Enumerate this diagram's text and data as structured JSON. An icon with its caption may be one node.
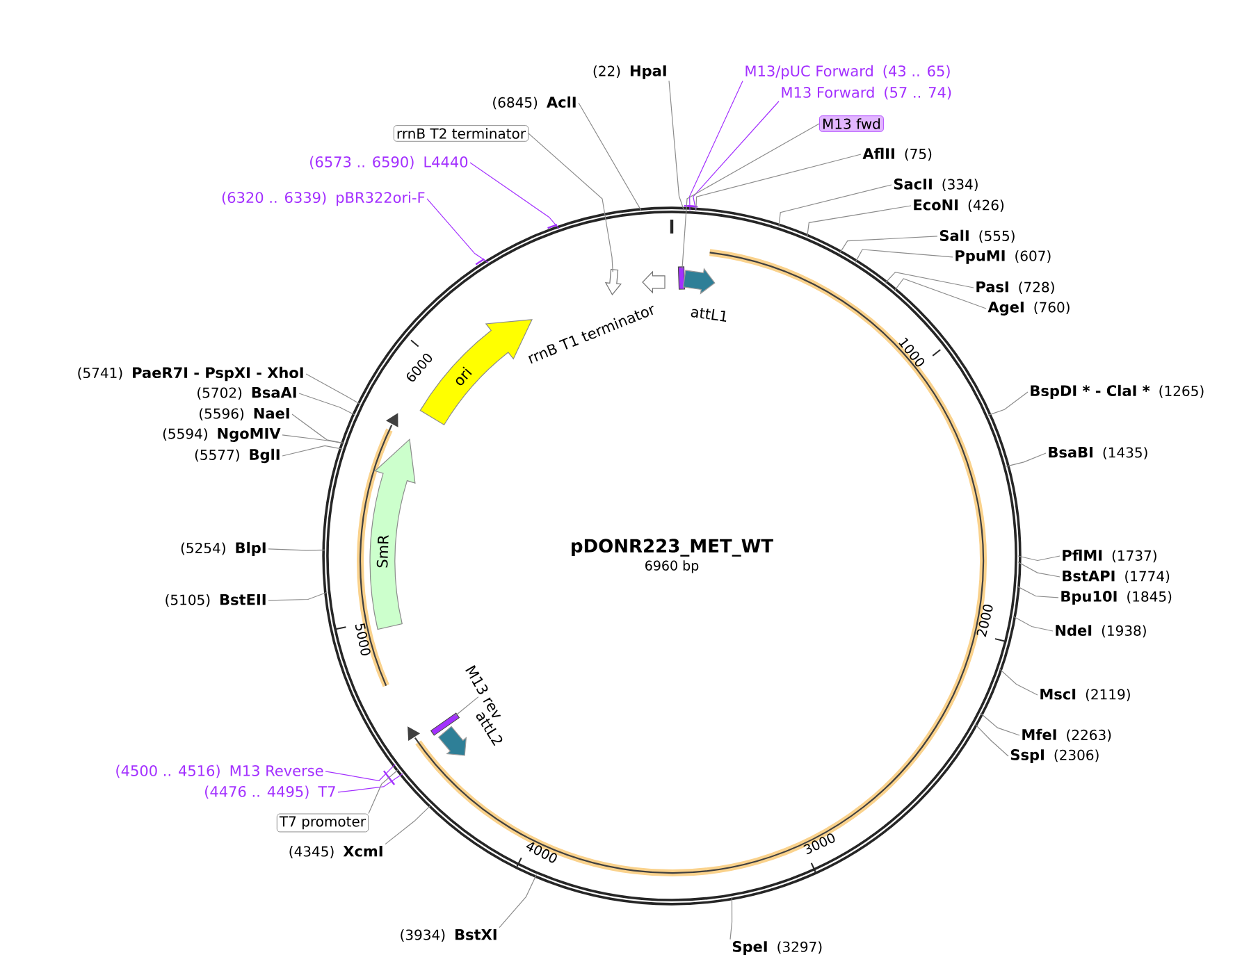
{
  "diagram": {
    "nodes": [
      {
        "text": [
          "pDONR223_MET_WT",
          "6960 bp"
        ]
      },
      {
        "text": [
          "(22)",
          "HpaI"
        ]
      },
      {
        "text": [
          "M13/pUC Forward",
          "(43 .. 65)"
        ]
      },
      {
        "text": [
          "M13 Forward",
          "(57 .. 74)"
        ]
      },
      {
        "text": [
          "(6845)",
          "AclI"
        ]
      },
      {
        "text": [
          "M13 fwd"
        ]
      },
      {
        "text": [
          "rrnB T2 terminator"
        ]
      },
      {
        "text": [
          "AflII",
          "(75)"
        ]
      },
      {
        "text": [
          "(6573 .. 6590)",
          "L4440"
        ]
      },
      {
        "text": [
          "SacII",
          "(334)"
        ]
      },
      {
        "text": [
          "(6320 .. 6339)",
          "pBR322ori-F"
        ]
      },
      {
        "text": [
          "EcoNI",
          "(426)"
        ]
      },
      {
        "text": [
          "SalI",
          "(555)"
        ]
      },
      {
        "text": [
          "PpuMI",
          "(607)"
        ]
      },
      {
        "text": [],
        "shape": "arrow",
        "in": 0
      },
      {
        "text": [],
        "shape": "arrow",
        "in": 0
      },
      {
        "text": [],
        "shape": "bar",
        "in": 0
      },
      {
        "text": [],
        "shape": "arrow",
        "in": 0,
        "beside": [
          "attL1"
        ]
      },
      {
        "text": [
          "PasI",
          "(728)"
        ]
      },
      {
        "text": [
          "AgeI",
          "(760)"
        ]
      },
      {
        "text": [
          "ori"
        ],
        "in": 0
      },
      {
        "text": [
          "(5741)",
          "PaeR7I - PspXI - XhoI"
        ]
      },
      {
        "text": [
          "(5702)",
          "BsaAI"
        ]
      },
      {
        "text": [
          "(5596)",
          "NaeI"
        ]
      },
      {
        "text": [
          "(5594)",
          "NgoMIV"
        ]
      },
      {
        "text": [
          "BspDI * - ClaI *",
          "(1265)"
        ]
      },
      {
        "text": [
          "(5577)",
          "BglI"
        ]
      },
      {
        "text": [
          "BsaBI",
          "(1435)"
        ]
      },
      {
        "text": [
          "SmR"
        ],
        "in": 0
      },
      {
        "text": [
          "(5254)",
          "BlpI"
        ]
      },
      {
        "text": [
          "PflMI",
          "(1737)"
        ]
      },
      {
        "text": [
          "BstAPI",
          "(1774)"
        ]
      },
      {
        "text": [
          "Bpu10I",
          "(1845)"
        ]
      },
      {
        "text": [
          "(5105)",
          "BstEII"
        ]
      },
      {
        "text": [
          "NdeI",
          "(1938)"
        ]
      },
      {
        "text": [
          "MscI",
          "(2119)"
        ]
      },
      {
        "text": [
          "M13 rev"
        ],
        "in": 0
      },
      {
        "text": [],
        "shape": "bar",
        "in": 0
      },
      {
        "text": [],
        "shape": "arrow",
        "in": 0
      },
      {
        "text": [
          "MfeI",
          "(2263)"
        ]
      },
      {
        "text": [
          "SspI",
          "(2306)"
        ]
      },
      {
        "text": [
          "(4500 .. 4516)",
          "M13 Reverse"
        ]
      },
      {
        "text": [
          "(4476 .. 4495)",
          "T7"
        ]
      },
      {
        "text": [
          "T7 promoter"
        ]
      },
      {
        "text": [
          "(4345)",
          "XcmI"
        ]
      },
      {
        "text": [
          "(3934)",
          "BstXI"
        ]
      },
      {
        "text": [
          "SpeI",
          "(3297)"
        ]
      }
    ],
    "edges": [
      {
        "from": 1,
        "to": 0,
        "arrow": "none"
      },
      {
        "from": 2,
        "to": 0,
        "arrow": "none",
        "color": "#a330ff"
      },
      {
        "from": 3,
        "to": 0,
        "arrow": "none",
        "color": "#a330ff"
      },
      {
        "from": 4,
        "to": 0,
        "arrow": "none"
      },
      {
        "from": 5,
        "to": 16,
        "arrow": "none"
      },
      {
        "from": 6,
        "to": 14,
        "arrow": "none"
      },
      {
        "from": 7,
        "to": 0,
        "arrow": "none"
      },
      {
        "from": 8,
        "to": 0,
        "arrow": "none",
        "color": "#a330ff"
      },
      {
        "from": 9,
        "to": 0,
        "arrow": "none"
      },
      {
        "from": 10,
        "to": 0,
        "arrow": "none",
        "color": "#a330ff"
      },
      {
        "from": 11,
        "to": 0,
        "arrow": "none"
      },
      {
        "from": 12,
        "to": 0,
        "arrow": "none"
      },
      {
        "from": 13,
        "to": 0,
        "arrow": "none"
      },
      {
        "from": 18,
        "to": 0,
        "arrow": "none"
      },
      {
        "from": 19,
        "to": 0,
        "arrow": "none"
      },
      {
        "from": 21,
        "to": 0,
        "arrow": "none"
      },
      {
        "from": 22,
        "to": 0,
        "arrow": "none"
      },
      {
        "from": 23,
        "to": 0,
        "arrow": "none"
      },
      {
        "from": 24,
        "to": 0,
        "arrow": "none"
      },
      {
        "from": 25,
        "to": 0,
        "arrow": "none"
      },
      {
        "from": 26,
        "to": 0,
        "arrow": "none"
      },
      {
        "from": 27,
        "to": 0,
        "arrow": "none"
      },
      {
        "from": 29,
        "to": 0,
        "arrow": "none"
      },
      {
        "from": 30,
        "to": 0,
        "arrow": "none"
      },
      {
        "from": 31,
        "to": 0,
        "arrow": "none"
      },
      {
        "from": 32,
        "to": 0,
        "arrow": "none"
      },
      {
        "from": 33,
        "to": 0,
        "arrow": "none"
      },
      {
        "from": 34,
        "to": 0,
        "arrow": "none"
      },
      {
        "from": 35,
        "to": 0,
        "arrow": "none"
      },
      {
        "from": 36,
        "to": 37,
        "arrow": "none"
      },
      {
        "from": 39,
        "to": 0,
        "arrow": "none"
      },
      {
        "from": 40,
        "to": 0,
        "arrow": "none"
      },
      {
        "from": 41,
        "to": 0,
        "arrow": "none",
        "color": "#a330ff"
      },
      {
        "from": 42,
        "to": 0,
        "arrow": "none",
        "color": "#a330ff"
      },
      {
        "from": 43,
        "to": 0,
        "arrow": "none"
      },
      {
        "from": 44,
        "to": 0,
        "arrow": "none"
      },
      {
        "from": 45,
        "to": 0,
        "arrow": "none"
      },
      {
        "from": 46,
        "to": 0,
        "arrow": "none"
      }
    ],
    "labels": [
      "1000",
      "2000",
      "3000",
      "4000",
      "5000",
      "6000",
      "rrnB T1 terminator",
      "attL2"
    ]
  }
}
